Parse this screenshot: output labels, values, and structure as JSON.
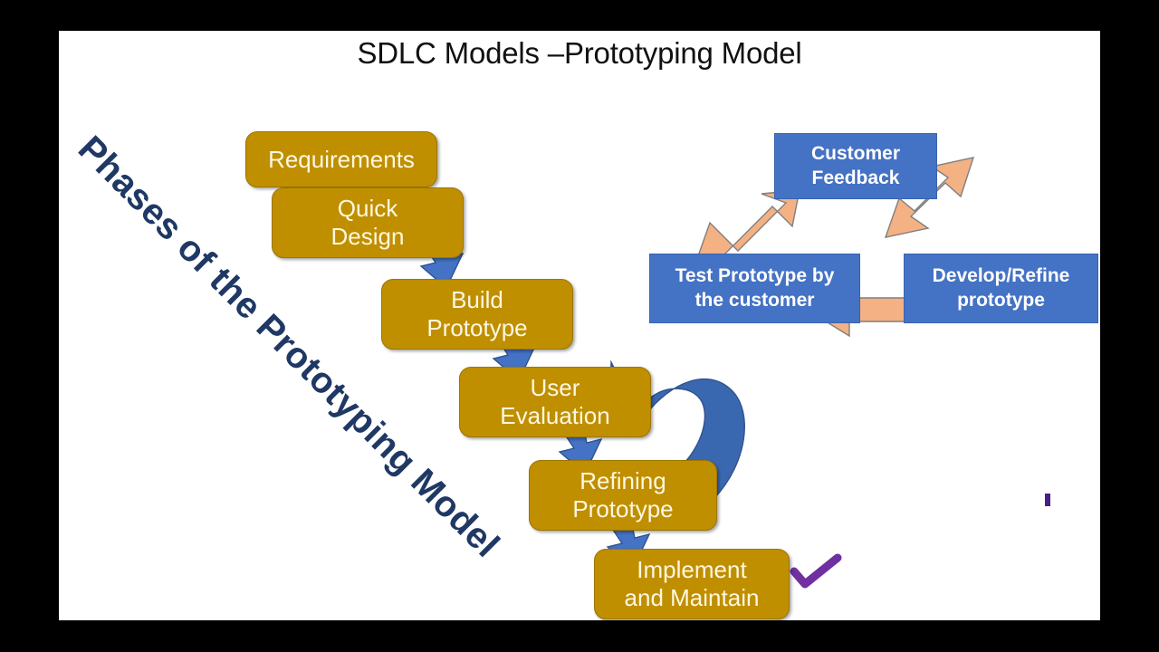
{
  "slide": {
    "title": "SDLC Models –Prototyping Model",
    "banner_label": "Phases of the Prototyping Model",
    "background_color": "#FFFFFF",
    "letterbox_color": "#000000"
  },
  "colors": {
    "gold_box": "#BF8F00",
    "gold_text": "#FFF7E0",
    "blue_box": "#4472C4",
    "blue_arrow": "#4472C4",
    "peach_arrow": "#F4B183",
    "banner_text": "#1F3864",
    "ink_annotation": "#7030A0"
  },
  "phases": [
    {
      "id": "requirements",
      "label": "Requirements"
    },
    {
      "id": "quick-design",
      "label": "Quick\nDesign"
    },
    {
      "id": "build-prototype",
      "label": "Build\nPrototype"
    },
    {
      "id": "user-evaluation",
      "label": "User\nEvaluation"
    },
    {
      "id": "refining-prototype",
      "label": "Refining\nPrototype"
    },
    {
      "id": "implement-maintain",
      "label": "Implement\nand  Maintain"
    }
  ],
  "cycle": [
    {
      "id": "customer-feedback",
      "label": "Customer\nFeedback"
    },
    {
      "id": "develop-refine",
      "label": "Develop/Refine\nprototype"
    },
    {
      "id": "test-prototype",
      "label": "Test Prototype by\nthe customer"
    }
  ],
  "connectors": {
    "requirements_to_quick_design": "down-right-arrow",
    "quick_design_to_build_prototype": "down-right-arrow",
    "build_prototype_to_user_evaluation": "down-right-arrow",
    "user_evaluation_to_refining_prototype": "down-right-arrow",
    "refining_prototype_to_implement": "down-right-arrow",
    "refining_prototype_to_user_evaluation": "curved-feedback-arrow",
    "test_to_customer_feedback": "diagonal-up-right-arrow",
    "customer_feedback_to_develop": "diagonal-down-right-arrow",
    "develop_to_test": "left-arrow"
  },
  "annotations": [
    {
      "id": "purple-check-mark",
      "shape": "checkmark"
    },
    {
      "id": "purple-tick-mark",
      "shape": "vertical-tick"
    }
  ]
}
